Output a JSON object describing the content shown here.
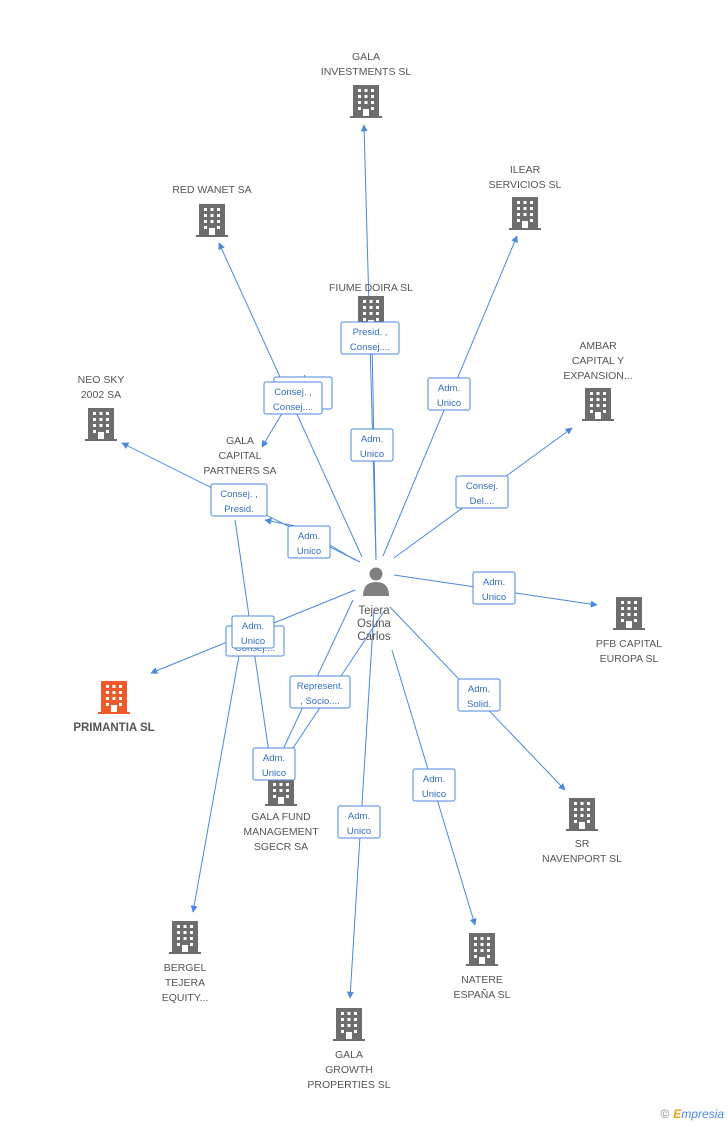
{
  "colors": {
    "edge": "#4a89dc",
    "company_icon": "#6d6d6d",
    "focus_company_icon": "#ef5a29",
    "person_icon": "#808080",
    "label": "#555555",
    "focus_label": "#555555"
  },
  "center_person": {
    "icon": "person-icon",
    "lines": [
      "Tejera",
      "Osuna",
      "Carlos"
    ]
  },
  "companies": [
    {
      "id": "gala-investments",
      "lines": [
        "GALA",
        "INVESTMENTS SL"
      ]
    },
    {
      "id": "ilear-servicios",
      "lines": [
        "ILEAR",
        "SERVICIOS  SL"
      ]
    },
    {
      "id": "red-wanet",
      "lines": [
        "RED WANET SA"
      ]
    },
    {
      "id": "fiume-doira",
      "lines": [
        "FIUME DOIRA SL"
      ]
    },
    {
      "id": "ambar-capital",
      "lines": [
        "AMBAR",
        "CAPITAL Y",
        "EXPANSION..."
      ]
    },
    {
      "id": "neo-sky",
      "lines": [
        "NEO SKY",
        "2002 SA"
      ]
    },
    {
      "id": "gala-capital-partners",
      "lines": [
        "GALA",
        "CAPITAL",
        "PARTNERS SA"
      ]
    },
    {
      "id": "pfb-capital",
      "lines": [
        "PFB CAPITAL",
        "EUROPA  SL"
      ]
    },
    {
      "id": "primantia",
      "lines": [
        "PRIMANTIA SL"
      ],
      "focus": true
    },
    {
      "id": "sr-navenport",
      "lines": [
        "SR",
        "NAVENPORT SL"
      ]
    },
    {
      "id": "gala-fund",
      "lines": [
        "GALA FUND",
        "MANAGEMENT",
        "SGECR SA"
      ]
    },
    {
      "id": "bergel-tejera",
      "lines": [
        "BERGEL",
        "TEJERA",
        "EQUITY..."
      ]
    },
    {
      "id": "natere-espana",
      "lines": [
        "NATERE",
        "ESPAÑA  SL"
      ]
    },
    {
      "id": "gala-growth",
      "lines": [
        "GALA",
        "GROWTH",
        "PROPERTIES SL"
      ]
    }
  ],
  "badges": [
    {
      "id": "b-fiume",
      "lines": [
        "Presid. ,",
        "Consej...."
      ]
    },
    {
      "id": "b-redwanet-back",
      "lines": [
        "Consej. ,",
        "Consej...."
      ]
    },
    {
      "id": "b-redwanet",
      "lines": [
        "Consej. ,",
        "Consej...."
      ]
    },
    {
      "id": "b-ilear",
      "lines": [
        "Adm.",
        "Unico"
      ]
    },
    {
      "id": "b-gala-inv",
      "lines": [
        "Adm.",
        "Unico"
      ]
    },
    {
      "id": "b-ambar",
      "lines": [
        "Consej.",
        "Del...."
      ]
    },
    {
      "id": "b-neosky",
      "lines": [
        "Consej. ,",
        "Presid."
      ]
    },
    {
      "id": "b-gcp",
      "lines": [
        "Adm.",
        "Unico"
      ]
    },
    {
      "id": "b-pfb",
      "lines": [
        "Adm.",
        "Unico"
      ]
    },
    {
      "id": "b-primantia-back",
      "lines": [
        "Consej...."
      ]
    },
    {
      "id": "b-primantia",
      "lines": [
        "Adm.",
        "Unico"
      ]
    },
    {
      "id": "b-gfm-rep",
      "lines": [
        "Represent.",
        ", Socio...."
      ]
    },
    {
      "id": "b-sr",
      "lines": [
        "Adm.",
        "Solid."
      ]
    },
    {
      "id": "b-gfm",
      "lines": [
        "Adm.",
        "Unico"
      ]
    },
    {
      "id": "b-natere",
      "lines": [
        "Adm.",
        "Unico"
      ]
    },
    {
      "id": "b-growth",
      "lines": [
        "Adm.",
        "Unico"
      ]
    }
  ],
  "brand": {
    "copyright": "©",
    "initial": "E",
    "rest": "mpresia"
  }
}
